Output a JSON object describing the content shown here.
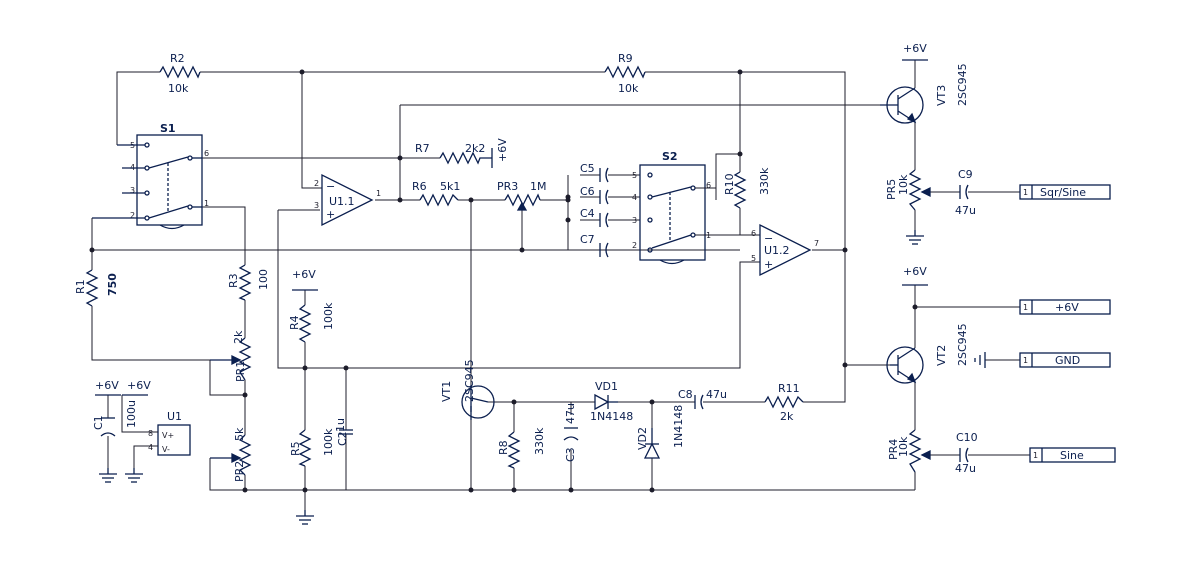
{
  "components": {
    "R2": {
      "ref": "R2",
      "value": "10k"
    },
    "R9": {
      "ref": "R9",
      "value": "10k"
    },
    "S1": {
      "ref": "S1",
      "pins": [
        "5",
        "4",
        "3",
        "2",
        "6",
        "1"
      ]
    },
    "S2": {
      "ref": "S2",
      "pins": [
        "5",
        "4",
        "3",
        "2",
        "6",
        "1"
      ]
    },
    "R7": {
      "ref": "R7",
      "value": "2k2"
    },
    "R6": {
      "ref": "R6",
      "value": "5k1"
    },
    "PR3": {
      "ref": "PR3",
      "value": "1M"
    },
    "C5": {
      "ref": "C5"
    },
    "C6": {
      "ref": "C6"
    },
    "C4": {
      "ref": "C4"
    },
    "C7": {
      "ref": "C7"
    },
    "R10": {
      "ref": "R10",
      "value": "330k"
    },
    "U1_1": {
      "ref": "U1.1",
      "pins": [
        "2",
        "3",
        "1"
      ]
    },
    "U1_2": {
      "ref": "U1.2",
      "pins": [
        "6",
        "5",
        "7"
      ]
    },
    "R1": {
      "ref": "R1",
      "value": "750"
    },
    "R3": {
      "ref": "R3",
      "value": "100"
    },
    "PR1": {
      "ref": "PR1",
      "value": "2k"
    },
    "PR2": {
      "ref": "PR2",
      "value": "5k"
    },
    "R4": {
      "ref": "R4",
      "value": "100k"
    },
    "R5": {
      "ref": "R5",
      "value": "100k"
    },
    "C2": {
      "ref": "C2",
      "value": "1u"
    },
    "C1": {
      "ref": "C1",
      "value": "100u"
    },
    "U1": {
      "ref": "U1",
      "pins": [
        "8",
        "4"
      ],
      "vplus": "V+",
      "vminus": "V-"
    },
    "VT1": {
      "ref": "VT1",
      "value": "2SC945"
    },
    "VT2": {
      "ref": "VT2",
      "value": "2SC945"
    },
    "VT3": {
      "ref": "VT3",
      "value": "2SC945"
    },
    "R8": {
      "ref": "R8",
      "value": "330k"
    },
    "C3": {
      "ref": "C3",
      "value": "47u"
    },
    "VD1": {
      "ref": "VD1",
      "value": "1N4148"
    },
    "VD2": {
      "ref": "VD2",
      "value": "1N4148"
    },
    "C8": {
      "ref": "C8",
      "value": "47u"
    },
    "R11": {
      "ref": "R11",
      "value": "2k"
    },
    "PR5": {
      "ref": "PR5",
      "value": "10k"
    },
    "PR4": {
      "ref": "PR4",
      "value": "10k"
    },
    "C9": {
      "ref": "C9",
      "value": "47u"
    },
    "C10": {
      "ref": "C10",
      "value": "47u"
    }
  },
  "power": {
    "vcc": "+6V"
  },
  "connectors": [
    {
      "pin": "1",
      "label": "Sqr/Sine"
    },
    {
      "pin": "1",
      "label": "+6V"
    },
    {
      "pin": "1",
      "label": "GND"
    },
    {
      "pin": "1",
      "label": "Sine"
    }
  ],
  "icons": {
    "ground": "ground-icon",
    "power": "power-rail-icon"
  }
}
